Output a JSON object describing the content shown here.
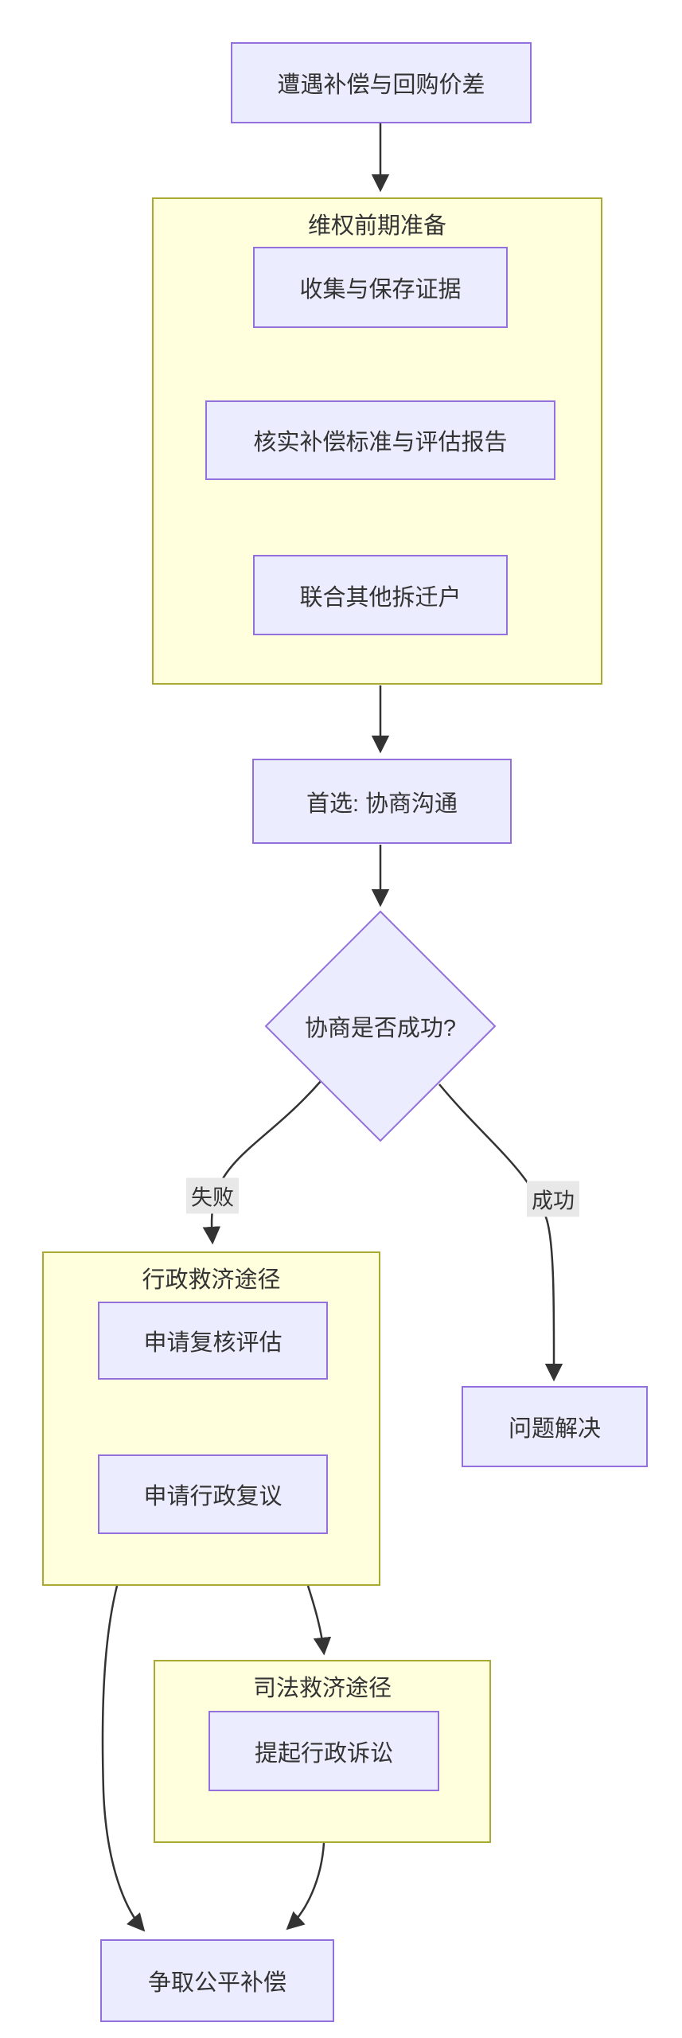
{
  "nodes": {
    "start": "遭遇补偿与回购价差",
    "prep_title": "维权前期准备",
    "collect": "收集与保存证据",
    "verify": "核实补偿标准与评估报告",
    "unite": "联合其他拆迁户",
    "negotiate": "首选: 协商沟通",
    "decision": "协商是否成功?",
    "admin_title": "行政救济途径",
    "review": "申请复核评估",
    "reconsider": "申请行政复议",
    "solved": "问题解决",
    "judicial_title": "司法救济途径",
    "lawsuit": "提起行政诉讼",
    "fair": "争取公平补偿"
  },
  "edges": [
    {
      "from": "start",
      "to": "preparation",
      "label": ""
    },
    {
      "from": "preparation",
      "to": "negotiate",
      "label": ""
    },
    {
      "from": "negotiate",
      "to": "decision",
      "label": ""
    },
    {
      "from": "decision",
      "to": "admin-remedy",
      "label": "失败"
    },
    {
      "from": "decision",
      "to": "solved",
      "label": "成功"
    },
    {
      "from": "admin-remedy",
      "to": "judicial-remedy",
      "label": ""
    },
    {
      "from": "admin-remedy",
      "to": "fair-compensation",
      "label": ""
    },
    {
      "from": "judicial-remedy",
      "to": "fair-compensation",
      "label": ""
    }
  ],
  "colors": {
    "node_fill": "#ECECFF",
    "node_border": "#9370DB",
    "cluster_fill": "#FFFFDE",
    "cluster_border": "#AAAA33",
    "edge_stroke": "#333333",
    "edge_label_bg": "#E8E8E8",
    "text": "#333333",
    "background": "#FFFFFF"
  }
}
